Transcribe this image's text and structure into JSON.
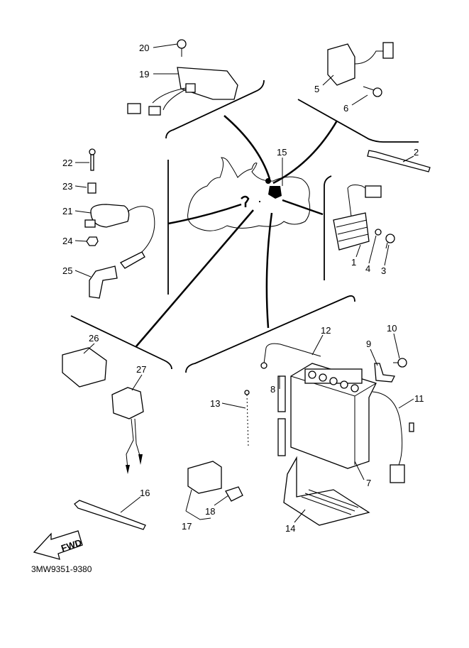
{
  "diagram": {
    "callouts": [
      "1",
      "2",
      "3",
      "4",
      "5",
      "6",
      "7",
      "8",
      "9",
      "10",
      "11",
      "12",
      "13",
      "14",
      "15",
      "16",
      "17",
      "18",
      "19",
      "20",
      "21",
      "22",
      "23",
      "24",
      "25",
      "26",
      "27"
    ],
    "fwd_label": "FWD",
    "drawing_code": "3MW9351-9380"
  }
}
